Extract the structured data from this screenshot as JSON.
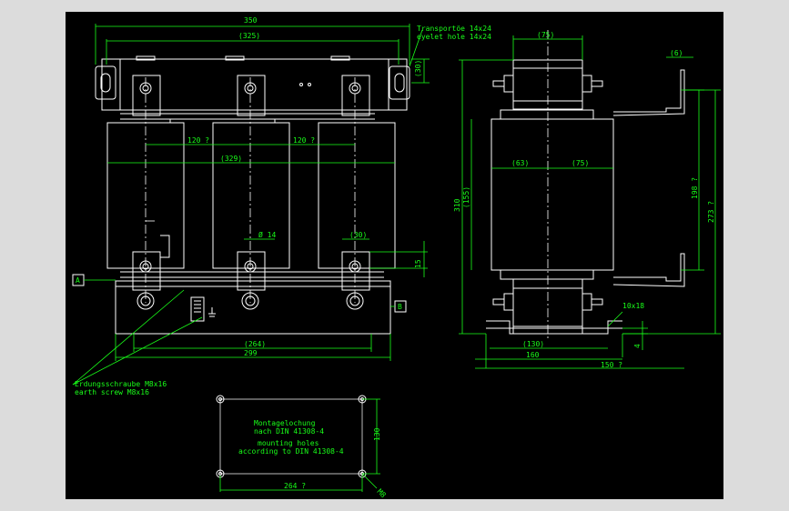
{
  "colors": {
    "background": "#000000",
    "frame": "#dcdcdc",
    "geometry": "#ffffff",
    "dimensions": "#19ff19"
  },
  "dims": {
    "d350": "350",
    "d325": "(325)",
    "d30_top": "(30)",
    "d120_left": "120 ?",
    "d120_right": "120 ?",
    "d329": "(329)",
    "d14": "Ø 14",
    "d30_mid": "(30)",
    "d15": "15",
    "d264": "(264)",
    "d299": "299",
    "d75_top": "(75)",
    "d6": "(6)",
    "d63": "(63)",
    "d75_mid": "(75)",
    "d310": "310",
    "d155": "(155)",
    "d198": "198 ?",
    "d273": "273 ?",
    "d10x18": "10x18",
    "d4": "4",
    "d130": "(130)",
    "d160": "160",
    "d150": "150 ?",
    "d130_plate": "130",
    "d264_plate": "264 ?",
    "dM8": "M8"
  },
  "labels": {
    "transport_de": "Transportöe 14x24",
    "transport_en": "eyelet hole 14x24",
    "earth_de": "Erdungsschraube M8x16",
    "earth_en": "earth screw M8x16",
    "datum_a": "A",
    "datum_b": "B",
    "mount_de_1": "Montagelochung",
    "mount_de_2": "nach DIN 41308-4",
    "mount_en_1": "mounting holes",
    "mount_en_2": "according to DIN 41308-4"
  }
}
